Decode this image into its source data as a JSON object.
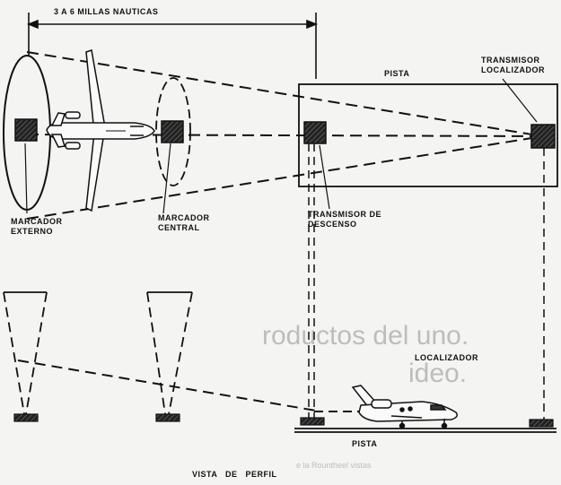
{
  "top_view": {
    "distance_label": "3 A 6 MILLAS NAUTICAS",
    "runway_label": "PISTA",
    "outer_marker_label": [
      "MARCADOR",
      "EXTERNO"
    ],
    "middle_marker_label": [
      "MARCADOR",
      "CENTRAL"
    ],
    "glideslope_label": [
      "TRANSMISOR DE",
      "DESCENSO"
    ],
    "localizer_tx_label": [
      "TRANSMISOR",
      "LOCALIZADOR"
    ]
  },
  "profile_view": {
    "localizer_label": "LOCALIZADOR",
    "runway_label": "PISTA",
    "caption": "VISTA   DE   PERFIL"
  },
  "page_bleed": {
    "line1": "roductos del uno.",
    "line2": "ideo.",
    "footer": "e la Rountheel vistas"
  },
  "colors": {
    "ink": "#111111",
    "paper": "#f4f4f2",
    "ghost": "#bdbdbd"
  }
}
